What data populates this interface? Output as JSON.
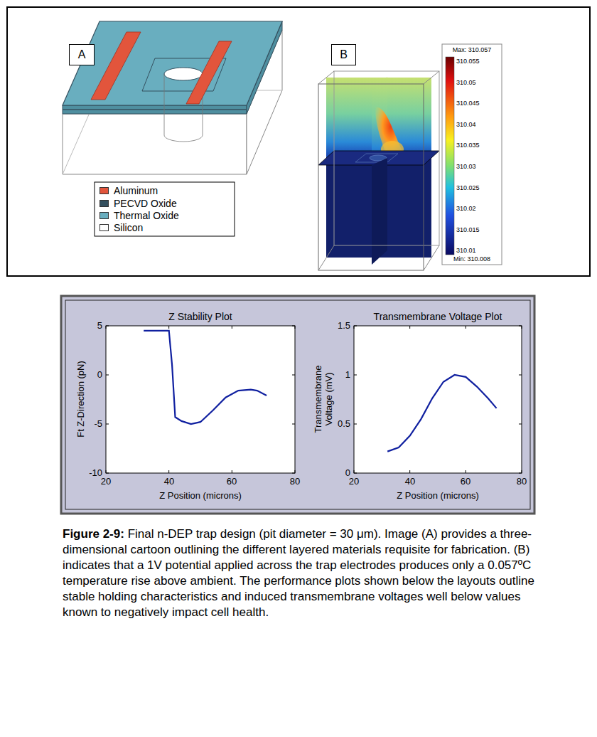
{
  "diagram": {
    "caption": "Figure 2-9: Final n-DEP trap design (pit diameter = 30 μm). Image (A) provides a three-dimensional cartoon outlining the different layered materials requisite for fabrication. (B) indicates that a 1V potential applied across the trap electrodes produces only a 0.057ºC temperature rise above ambient. The performance plots shown below the layouts outline stable holding characteristics and induced transmembrane voltages well below values known to negatively impact cell health.",
    "nodes": [
      {
        "text": [
          "A"
        ]
      },
      {
        "text": [
          "B"
        ]
      }
    ],
    "labels": [
      "Max: 310.057",
      "310.055",
      "310.05",
      "310.045",
      "310.04",
      "310.035",
      "310.03",
      "310.025",
      "310.02",
      "310.015",
      "310.01",
      "Min: 310.008",
      "Z Stability Plot",
      "Transmembrane Voltage Plot",
      "Ft Z-Direction (pN)",
      "5",
      "0",
      "-5",
      "-10",
      "20",
      "40",
      "60",
      "80",
      "Z Position (microns)",
      "Transmembrane Voltage (mV)",
      "1.5",
      "1",
      "0.5",
      "0",
      "20",
      "40",
      "60",
      "80",
      "Z Position (microns)"
    ],
    "legend": [
      {
        "text": "Aluminum",
        "color": "#e2553c"
      },
      {
        "text": "PECVD Oxide",
        "color": "#34505f"
      },
      {
        "text": "Thermal Oxide",
        "color": "#69aebf"
      },
      {
        "text": "Silicon",
        "color": "#ffffff"
      }
    ]
  }
}
